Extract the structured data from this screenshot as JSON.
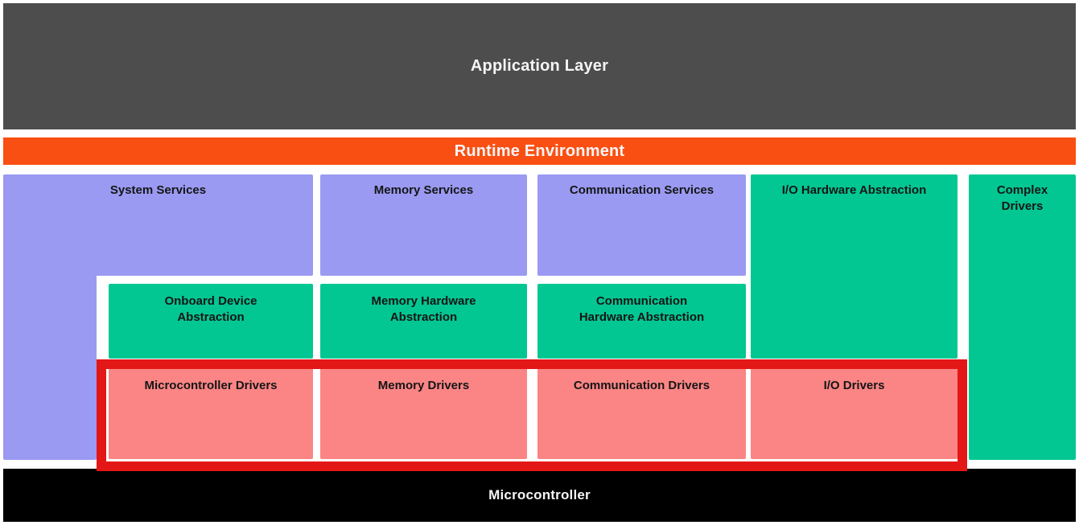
{
  "layers": {
    "application": {
      "label": "Application Layer"
    },
    "runtime": {
      "label": "Runtime Environment"
    },
    "microcontroller": {
      "label": "Microcontroller"
    }
  },
  "blocks": {
    "system_services": {
      "label": "System Services"
    },
    "memory_services": {
      "label": "Memory Services"
    },
    "communication_services": {
      "label": "Communication Services"
    },
    "io_hardware_abstraction": {
      "label": "I/O Hardware Abstraction"
    },
    "complex_drivers": {
      "label": "Complex\nDrivers"
    },
    "onboard_device_abstraction": {
      "label": "Onboard Device\nAbstraction"
    },
    "memory_hardware_abstraction": {
      "label": "Memory Hardware\nAbstraction"
    },
    "communication_hardware_abstraction": {
      "label": "Communication\nHardware Abstraction"
    },
    "microcontroller_drivers": {
      "label": "Microcontroller Drivers"
    },
    "memory_drivers": {
      "label": "Memory Drivers"
    },
    "communication_drivers": {
      "label": "Communication Drivers"
    },
    "io_drivers": {
      "label": "I/O Drivers"
    }
  },
  "colors": {
    "background": "#FFFFFF",
    "application_layer": "#4D4D4D",
    "runtime_environment": "#FA4F12",
    "services": "#9A9AF2",
    "hardware_abstraction": "#02C792",
    "drivers": "#FB8585",
    "highlight_border": "#E41717",
    "microcontroller": "#000000",
    "layer_text": "#F5F5F5",
    "block_text": "#151515"
  }
}
